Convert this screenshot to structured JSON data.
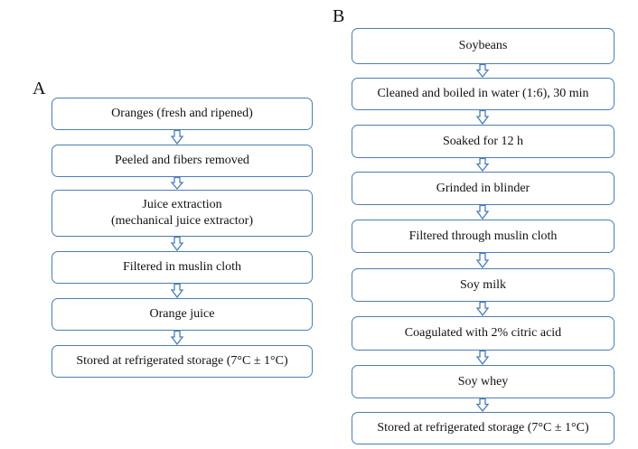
{
  "panel_a": {
    "label": "A",
    "steps": [
      "Oranges (fresh and ripened)",
      "Peeled and fibers removed",
      "Juice extraction",
      "(mechanical juice extractor)",
      "Filtered in muslin cloth",
      "Orange juice",
      "Stored at refrigerated storage (7°C ± 1°C)"
    ]
  },
  "panel_b": {
    "label": "B",
    "steps": [
      "Soybeans",
      "Cleaned and boiled in water (1:6), 30 min",
      "Soaked for 12 h",
      "Grinded in blinder",
      "Filtered through muslin cloth",
      "Soy milk",
      "Coagulated with 2% citric acid",
      "Soy whey",
      "Stored at refrigerated storage (7°C ± 1°C)"
    ]
  },
  "colors": {
    "box_border": "#4a7ebb",
    "arrow": "#4a7ebb"
  }
}
